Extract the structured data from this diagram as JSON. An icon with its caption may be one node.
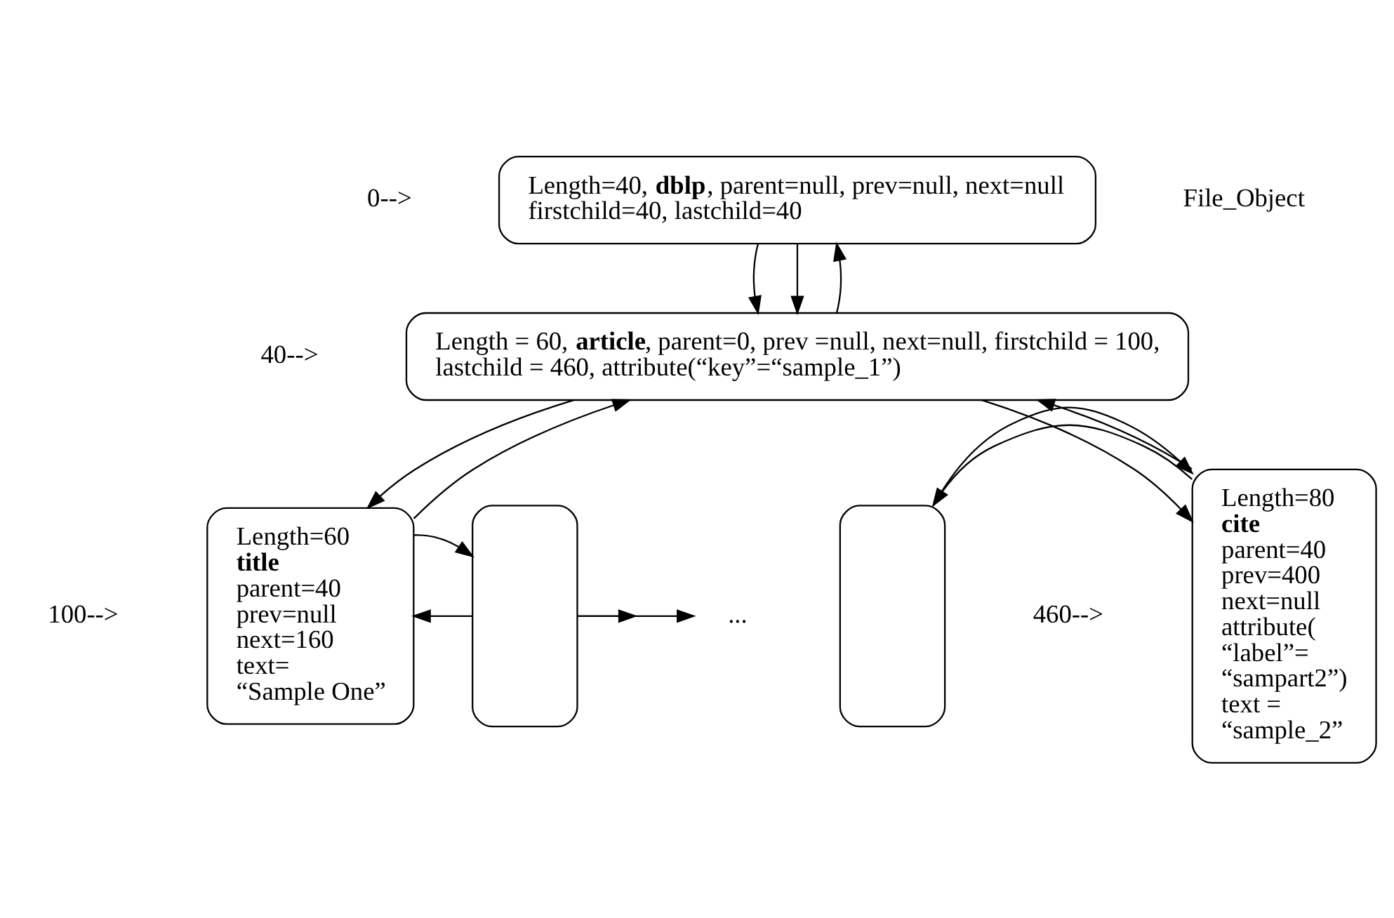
{
  "diagram": {
    "nodes": [
      {
        "text": [
          "Length=40, **dblp**, parent=null, prev=null, next=null firstchild=40, lastchild=40"
        ]
      },
      {
        "text": [
          "Length = 60, **article**, parent=0, prev =null, next=null, firstchild = 100, lastchild = 460, attribute(“key”=“sample_1”)"
        ]
      },
      {
        "text": [
          "Length=60 **title** parent=40 prev=null next=160 text= “Sample One”"
        ]
      },
      {
        "text": [],
        "shape": "box"
      },
      {
        "text": [
          "..."
        ]
      },
      {
        "text": [],
        "shape": "box"
      },
      {
        "text": [
          "Length=80 **cite** parent=40 prev=400 next=null attribute( “label”= “sampart2”) text = “sample_2”"
        ]
      }
    ],
    "edges": [
      {
        "from": 0,
        "to": 1,
        "arrow": "to"
      },
      {
        "from": 0,
        "to": 1,
        "arrow": "to"
      },
      {
        "from": 1,
        "to": 0,
        "arrow": "to"
      },
      {
        "from": 1,
        "to": 2,
        "arrow": "to"
      },
      {
        "from": 1,
        "to": 6,
        "arrow": "to"
      },
      {
        "from": 2,
        "to": 1,
        "arrow": "to"
      },
      {
        "from": 6,
        "to": 1,
        "arrow": "to"
      },
      {
        "from": 3,
        "to": 2,
        "arrow": "to"
      },
      {
        "from": 2,
        "to": 3,
        "arrow": "to"
      },
      {
        "from": 3,
        "to": 4,
        "arrow": "to"
      },
      {
        "from": 3,
        "to": null,
        "arrow": "to"
      },
      {
        "from": 6,
        "to": 5,
        "arrow": "to"
      },
      {
        "from": 5,
        "to": 6,
        "arrow": "to"
      }
    ],
    "labels": [
      "0-->",
      "File_Object",
      "40-->",
      "460-->",
      "100-->"
    ]
  }
}
